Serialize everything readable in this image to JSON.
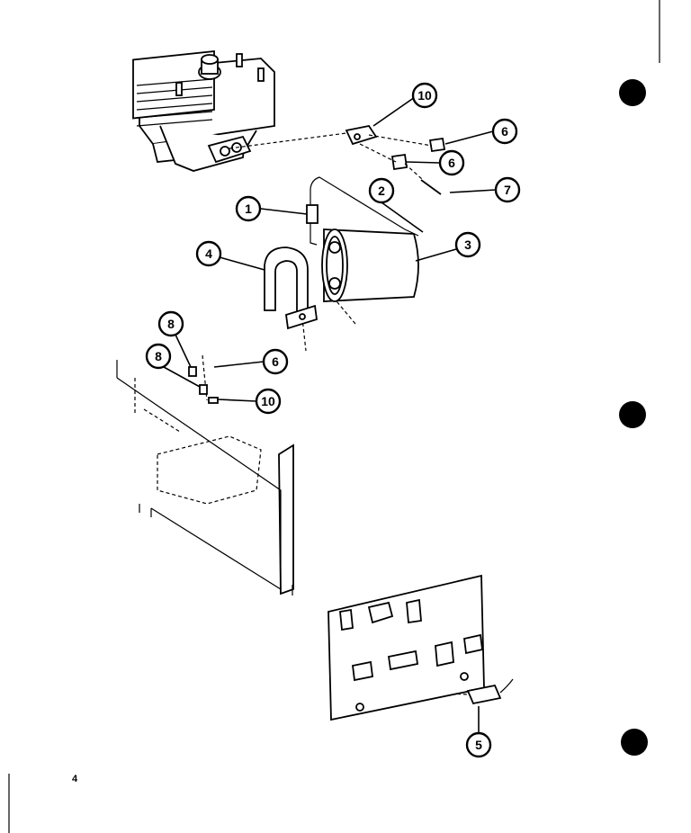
{
  "page_number": "4",
  "callouts": [
    {
      "id": "c1",
      "label": "1"
    },
    {
      "id": "c2",
      "label": "2"
    },
    {
      "id": "c3",
      "label": "3"
    },
    {
      "id": "c4",
      "label": "4"
    },
    {
      "id": "c5",
      "label": "5"
    },
    {
      "id": "c6a",
      "label": "6"
    },
    {
      "id": "c6b",
      "label": "6"
    },
    {
      "id": "c6c",
      "label": "6"
    },
    {
      "id": "c7",
      "label": "7"
    },
    {
      "id": "c8a",
      "label": "8"
    },
    {
      "id": "c8b",
      "label": "8"
    },
    {
      "id": "c10a",
      "label": "10"
    },
    {
      "id": "c10b",
      "label": "10"
    }
  ],
  "colors": {
    "ink": "#000000",
    "paper": "#ffffff"
  }
}
